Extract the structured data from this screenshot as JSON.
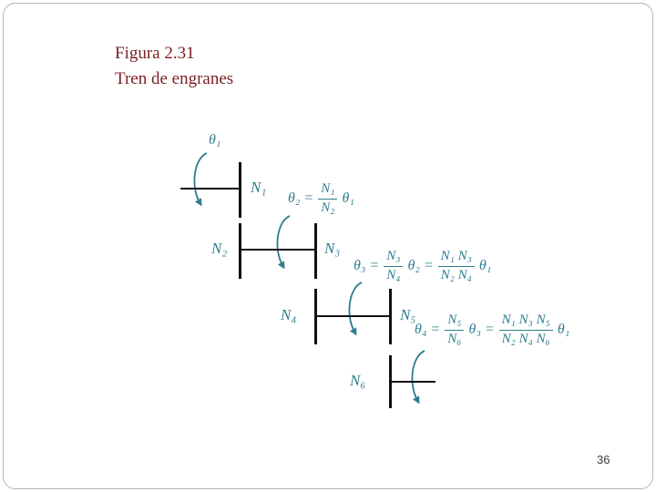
{
  "slide": {
    "title_line1": "Figura 2.31",
    "title_line2": "Tren de engranes",
    "page_number": "36"
  },
  "colors": {
    "title_maroon": "#7b2125",
    "accent_teal": "#2d7d8e",
    "line_black": "#111111",
    "border_gray": "#b3b3b3"
  },
  "icons": {
    "rotation_arrow": "curved-rotation-arrow"
  },
  "diagram": {
    "theta_input_label": "θ₁",
    "gear_n1": "N₁",
    "gear_n2": "N₂",
    "gear_n3": "N₃",
    "gear_n4": "N₄",
    "gear_n5": "N₅",
    "gear_n6": "N₆"
  },
  "equations": {
    "eq1": {
      "lhs": "θ₂ =",
      "f1_num": "N₁",
      "f1_den": "N₂",
      "rhs": "θ₁"
    },
    "eq2": {
      "lhs": "θ₃ =",
      "f1_num": "N₃",
      "f1_den": "N₄",
      "mid": "θ₂ =",
      "f2_num": "N₁ N₃",
      "f2_den": "N₂ N₄",
      "rhs": "θ₁"
    },
    "eq3": {
      "lhs": "θ₄ =",
      "f1_num": "N₅",
      "f1_den": "N₆",
      "mid": "θ₃ =",
      "f2_num": "N₁ N₃ N₅",
      "f2_den": "N₂ N₄ N₆",
      "rhs": "θ₁"
    }
  }
}
